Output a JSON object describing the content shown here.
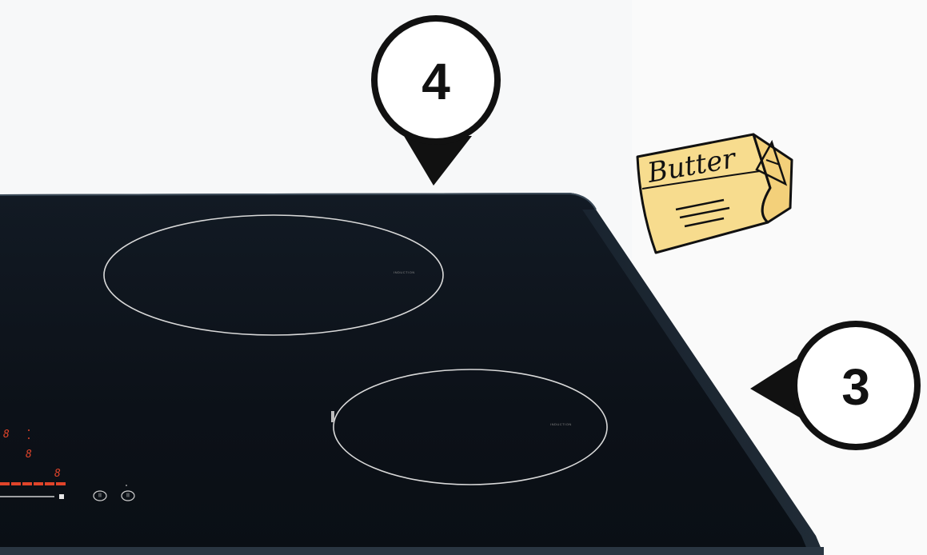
{
  "markers": {
    "top": {
      "number": "4"
    },
    "right": {
      "number": "3"
    }
  },
  "butter": {
    "label": "Butter"
  },
  "cooktop": {
    "zone_labels": {
      "large": "INDUCTION",
      "small": "INDUCTION"
    },
    "display_digits": [
      "8",
      "8",
      "8"
    ],
    "button_labels": [
      "II",
      "II"
    ]
  },
  "colors": {
    "glass": "#0c1118",
    "zone_ring": "#d9d9d9",
    "display": "#e0442a",
    "butter_fill": "#f7dc8e",
    "marker_outline": "#111111"
  }
}
